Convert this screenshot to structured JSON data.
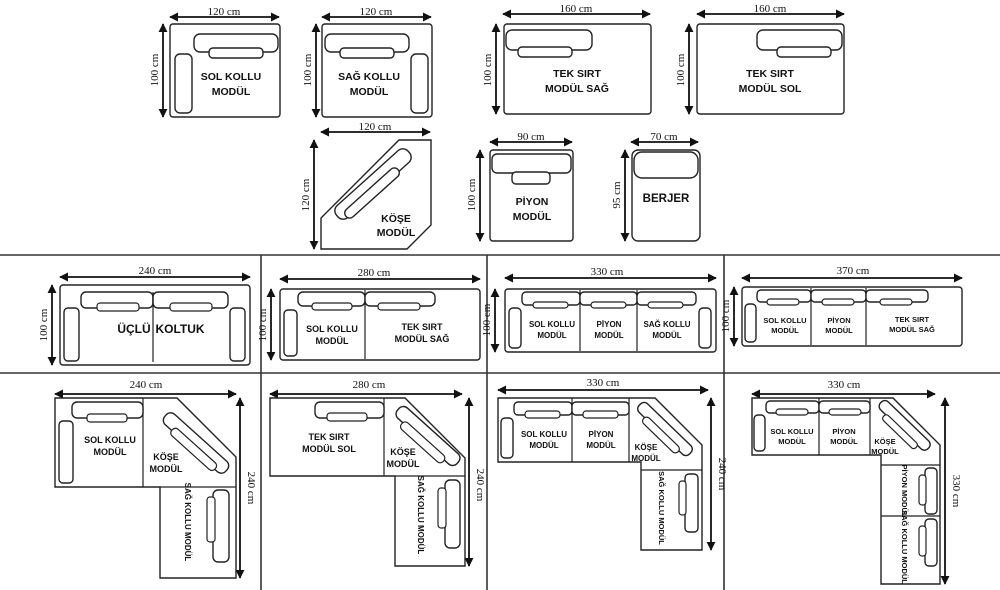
{
  "sizes": {
    "s120": "120 cm",
    "s160": "160 cm",
    "s100": "100 cm",
    "s90": "90 cm",
    "s70": "70 cm",
    "s95": "95 cm",
    "s240": "240 cm",
    "s280": "280 cm",
    "s330": "330 cm",
    "s370": "370 cm"
  },
  "modules": {
    "sol_kollu_1": "SOL KOLLU",
    "sol_kollu_2": "MODÜL",
    "sag_kollu_1": "SAĞ KOLLU",
    "sag_kollu_2": "MODÜL",
    "tek_sirt": "TEK SIRT",
    "modul_sag": "MODÜL SAĞ",
    "modul_sol": "MODÜL SOL",
    "kose_1": "KÖŞE",
    "kose_2": "MODÜL",
    "piyon_1": "PİYON",
    "piyon_2": "MODÜL",
    "berjer": "BERJER",
    "uclu": "ÜÇLÜ",
    "koltuk": "KOLTUK",
    "sag_kollu_modul_v": "SAĞ KOLLU MODÜL",
    "piyon_modul_v": "PİYON MODÜL"
  }
}
